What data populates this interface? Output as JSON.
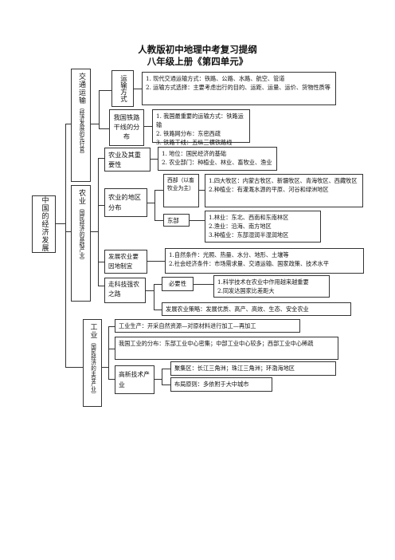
{
  "title": "人教版初中地理中考复习提纲",
  "subtitle": "八年级上册《第四单元》",
  "root": "中国的经济发展",
  "transport": {
    "label": "交通运输",
    "sub": "（经济发展的先行官）",
    "modes": {
      "label": "运输方式",
      "items": [
        "1.  现代交通运输方式：铁路、公路、水路、航空、管道",
        "2.  运输方式选择：主要考虑出行的目的、运距、运量、运价、货物性质等"
      ]
    },
    "rail": {
      "label": "我国铁路干线的分布",
      "items": [
        "1.  我国最重要的运输方式：铁路运输",
        "2.  铁路网分布：东密西疏",
        "3.  铁路干线：五纵三横铁路线"
      ]
    }
  },
  "agriculture": {
    "label": "农业",
    "sub": "（国民经济的基础产业）",
    "importance": {
      "label": "农业及其重要性",
      "items": [
        "1.  地位：国民经济的基础",
        "2.  农业部门：种植业、林业、畜牧业、渔业"
      ]
    },
    "distribution": {
      "label": "农业的地区分布",
      "west": {
        "label": "西部（以畜牧业为主）",
        "items": [
          "1.四大牧区：内蒙古牧区、新疆牧区、青海牧区、西藏牧区",
          "2.种植业：有灌溉水源的平原、河谷和绿洲地区"
        ]
      },
      "east": {
        "label": "东部",
        "items": [
          "1.林业：东北、西南和东南林区",
          "2.渔业：沿海、南方地区",
          "3.种植业：东部湿润半湿润地区"
        ]
      }
    },
    "local": {
      "label": "发展农业要因地制宜",
      "items": [
        "1.自然条件：光照、热量、水分、地形、土壤等",
        "2.社会经济条件：市场需求量、交通运输、国家政策、技术水平"
      ]
    },
    "tech": {
      "label": "走科技强农之路",
      "necessity_label": "必要性",
      "necessity": [
        "1.科学技术在农业中作用越来越重要",
        "2.同发达国家比差距大"
      ],
      "strategy": "发展农业策略：发展优质、高产、高效、生态、安全农业"
    }
  },
  "industry": {
    "label": "工业",
    "sub": "（国民经济的主导产业）",
    "production": "工业生产：开采自然资源—对原材料进行加工—再加工",
    "distribution": "我国工业的分布：东部工业中心密集；中部工业中心较多；西部工业中心稀疏",
    "hightech": {
      "label": "高新技术产业",
      "cluster": "聚集区：长江三角洲；珠江三角洲；环渤海地区",
      "principle": "布局原则：多依附于大中城市"
    }
  }
}
